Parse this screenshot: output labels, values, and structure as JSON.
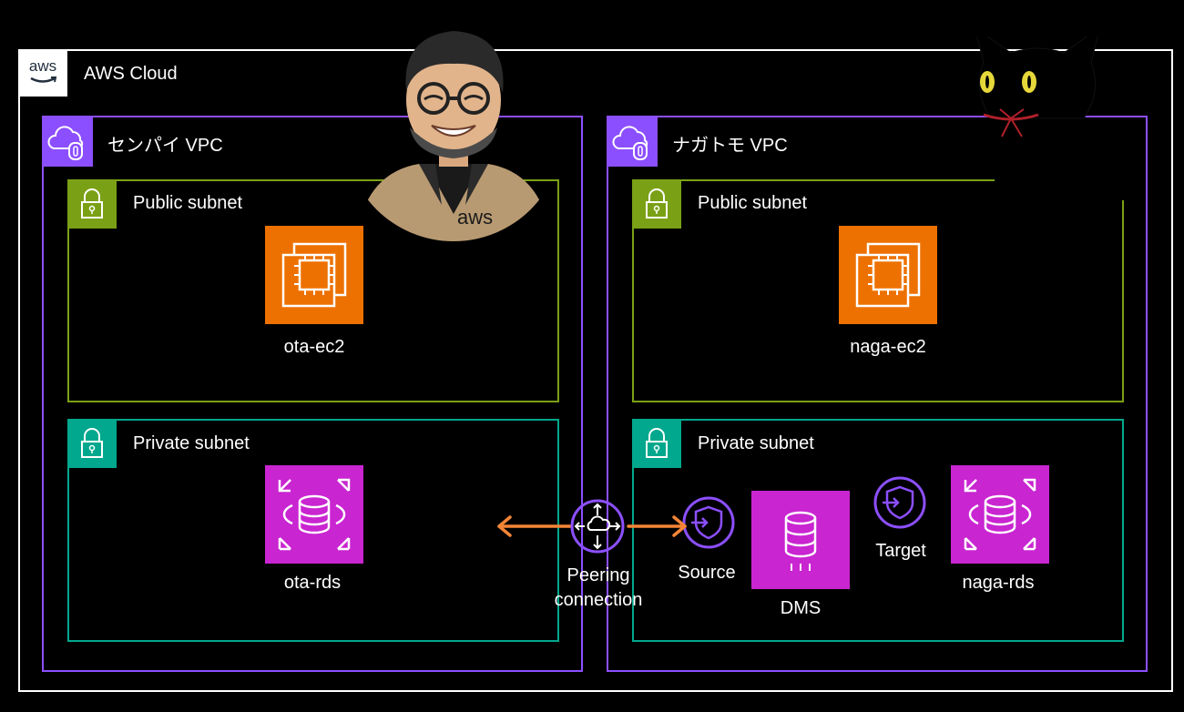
{
  "cloud": {
    "logo_text": "aws",
    "title": "AWS Cloud"
  },
  "vpc_left": {
    "title": "センパイ VPC",
    "public_subnet": {
      "title": "Public subnet",
      "instance": "ota-ec2"
    },
    "private_subnet": {
      "title": "Private subnet",
      "database": "ota-rds"
    }
  },
  "vpc_right": {
    "title": "ナガトモ VPC",
    "public_subnet": {
      "title": "Public subnet",
      "instance": "naga-ec2"
    },
    "private_subnet": {
      "title": "Private subnet",
      "source": "Source",
      "dms": "DMS",
      "target": "Target",
      "database": "naga-rds"
    }
  },
  "peering": {
    "line1": "Peering",
    "line2": "connection"
  },
  "avatar_badge": "aws",
  "colors": {
    "cloud_border": "#ffffff",
    "vpc_border": "#8c4fff",
    "public_subnet": "#7aa116",
    "private_subnet": "#01a88d",
    "ec2": "#ed7100",
    "rds": "#c925d1",
    "arrow": "#f58536"
  }
}
